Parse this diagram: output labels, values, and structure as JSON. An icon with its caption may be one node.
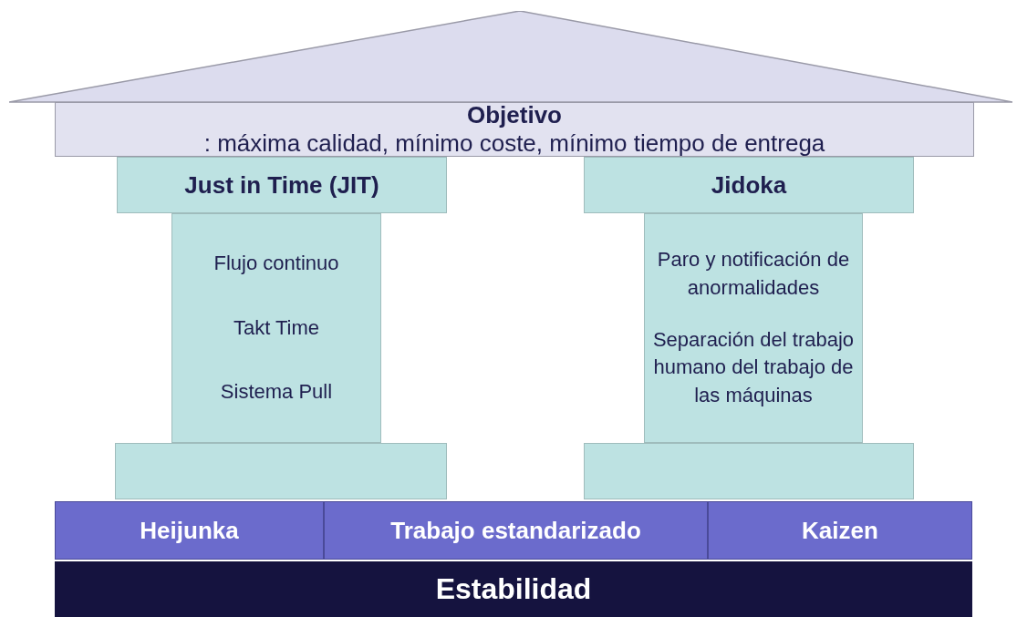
{
  "diagram": {
    "nodes": [
      {
        "text": [],
        "shape": "triangle"
      },
      {
        "text": [
          "**Objetivo**: máxima calidad, mínimo coste, mínimo tiempo de entrega"
        ]
      },
      {
        "text": [
          "Just in Time (JIT)"
        ]
      },
      {
        "text": [
          "Flujo continuo",
          "Takt Time",
          "Sistema Pull"
        ]
      },
      {
        "text": [],
        "shape": "box"
      },
      {
        "text": [
          "Jidoka"
        ]
      },
      {
        "text": [
          "Paro y notificación de anormalidades",
          "Separación del trabajo humano del trabajo de las máquinas"
        ]
      },
      {
        "text": [],
        "shape": "box"
      },
      {
        "text": [
          "Heijunka"
        ]
      },
      {
        "text": [
          "Trabajo estandarizado"
        ]
      },
      {
        "text": [
          "Kaizen"
        ]
      },
      {
        "text": [
          "Estabilidad"
        ]
      }
    ],
    "edges": []
  }
}
